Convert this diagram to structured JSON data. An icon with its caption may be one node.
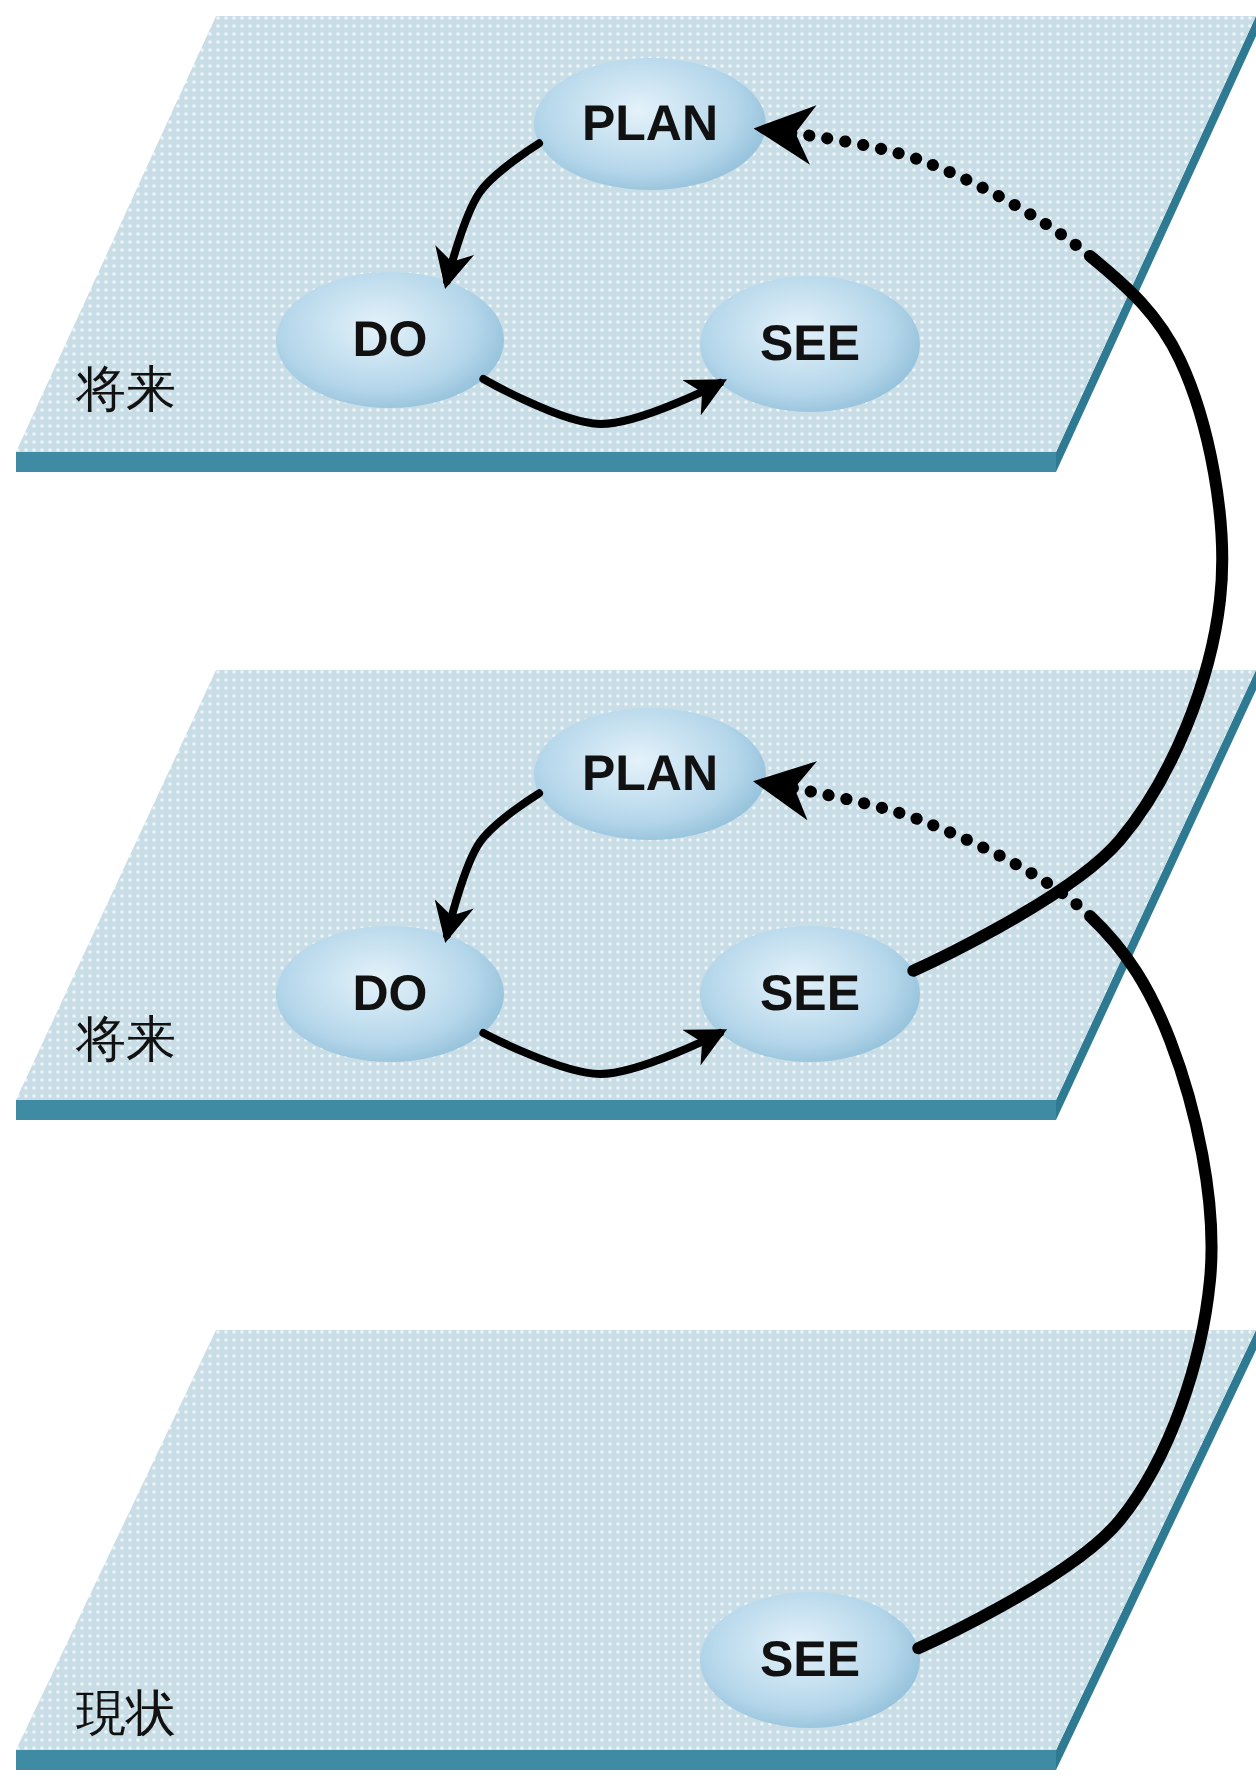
{
  "diagram": {
    "nodes": [
      {
        "text": [
          "将来"
        ]
      },
      {
        "text": [
          "PLAN"
        ],
        "in": 0
      },
      {
        "text": [
          "DO"
        ],
        "in": 0
      },
      {
        "text": [
          "SEE"
        ],
        "in": 0
      },
      {
        "text": [
          "将来"
        ]
      },
      {
        "text": [
          "PLAN"
        ],
        "in": 4
      },
      {
        "text": [
          "DO"
        ],
        "in": 4
      },
      {
        "text": [
          "SEE"
        ],
        "in": 4
      },
      {
        "text": [
          "現状"
        ]
      },
      {
        "text": [
          "SEE"
        ],
        "in": 8
      }
    ],
    "edges": [
      {
        "from": 1,
        "to": 2,
        "arrow": "to"
      },
      {
        "from": 2,
        "to": 3,
        "arrow": "to"
      },
      {
        "from": 5,
        "to": 6,
        "arrow": "to"
      },
      {
        "from": 6,
        "to": 7,
        "arrow": "to"
      },
      {
        "from": 9,
        "to": 5,
        "arrow": "to",
        "style": "dashed"
      },
      {
        "from": 7,
        "to": 1,
        "arrow": "to",
        "style": "dashed"
      }
    ]
  }
}
